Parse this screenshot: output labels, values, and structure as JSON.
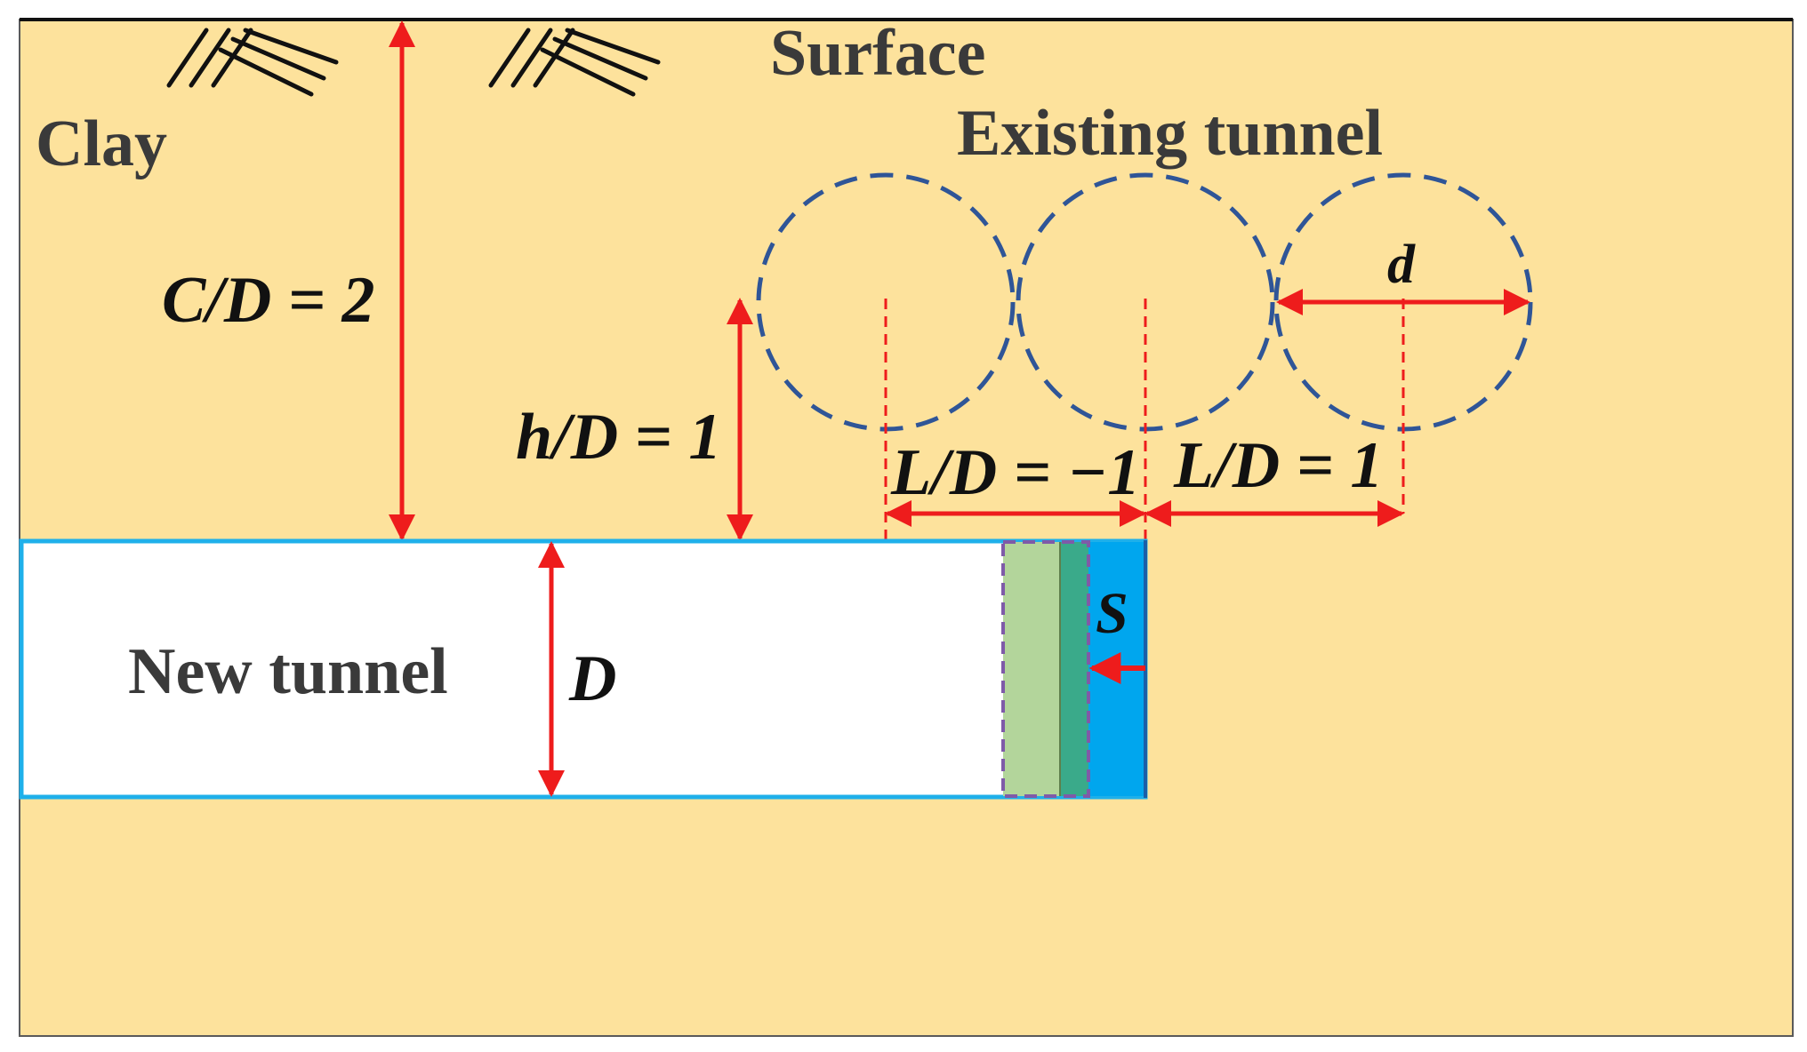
{
  "labels": {
    "surface": "Surface",
    "clay": "Clay",
    "existing_tunnel": "Existing tunnel",
    "new_tunnel": "New tunnel",
    "cover_ratio": "C/D = 2",
    "height_ratio": "h/D = 1",
    "offset_neg": "L/D = −1",
    "offset_pos": "L/D = 1",
    "existing_diameter": "d",
    "new_diameter": "D",
    "advance": "S"
  },
  "colors": {
    "soil": "#fde29c",
    "soil_border": "#5a5a5a",
    "surface_line": "#111111",
    "tunnel_fill": "#ffffff",
    "tunnel_outline": "#1fb0ea",
    "dimension": "#ee1c1c",
    "existing_tunnel_outline": "#2f5597",
    "face_zone_outline": "#7f5aa8",
    "face_zone_light": "#b3d59b",
    "face_zone_dark": "#3aaa8a",
    "face_blue": "#00a6ee",
    "text_dark": "#3a3a3a",
    "math_text": "#111111"
  },
  "icons": {
    "ground_hatch": "ground-hatch-icon"
  }
}
